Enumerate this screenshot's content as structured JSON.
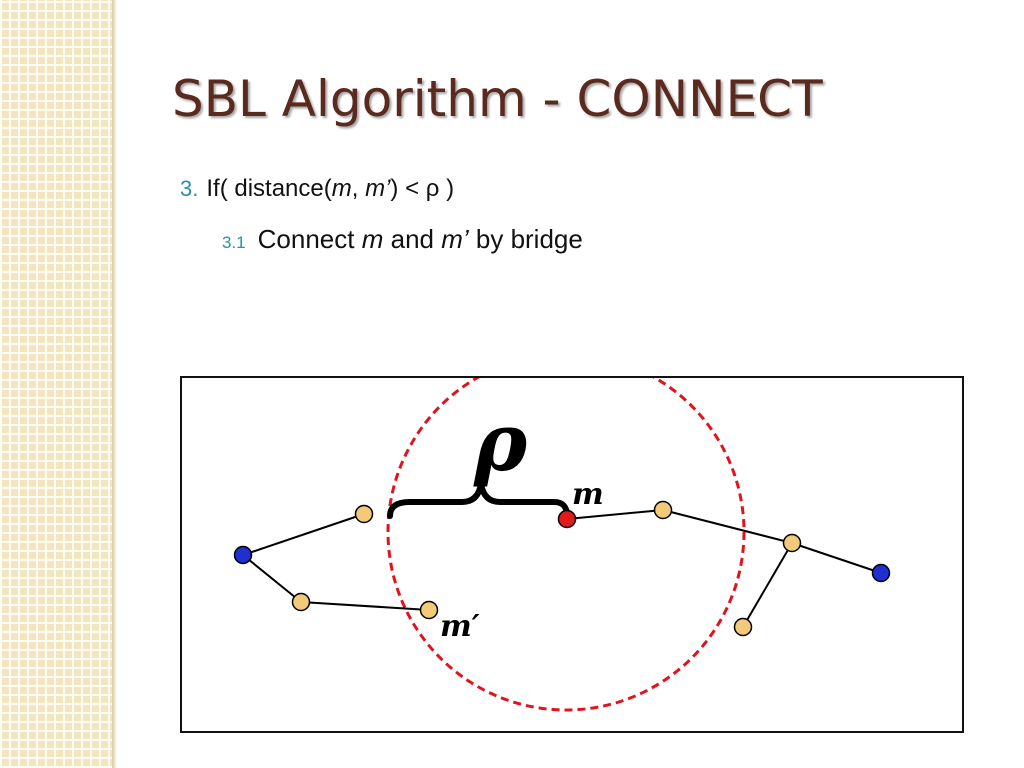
{
  "slide": {
    "title": "SBL Algorithm - CONNECT",
    "steps": [
      {
        "number": "3.",
        "text_before": "If( distance(",
        "var1": "m",
        "sep": ", ",
        "var2": "m’",
        "text_after": ") < ρ )",
        "substeps": [
          {
            "number": "3.1",
            "text1": "Connect ",
            "var1": "m",
            "text2": " and ",
            "var2": "m’",
            "text3": " by bridge"
          }
        ]
      }
    ]
  },
  "diagram": {
    "rho_label": "ρ",
    "m_label": "m",
    "m_prime_label": "m′",
    "colors": {
      "node_fill": "#f3c97a",
      "endpoint_fill": "#1f2fd0",
      "highlight_fill": "#e01b1b",
      "circle_stroke": "#e0141e",
      "edge_stroke": "#000000",
      "side_pattern": "#f3e6bf",
      "title_color": "#5a2a1e",
      "number_color": "#2a8fa7"
    }
  }
}
